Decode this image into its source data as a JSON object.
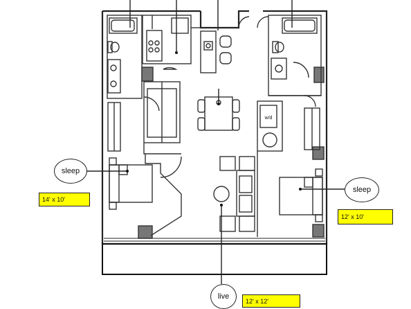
{
  "labels": {
    "washer_dryer": "w/d"
  },
  "callouts": [
    {
      "id": "sleep-left",
      "label": "sleep",
      "size": "14' x 10'"
    },
    {
      "id": "sleep-right",
      "label": "sleep",
      "size": "12' x 10'"
    },
    {
      "id": "live",
      "label": "live",
      "size": "12' x 12'"
    }
  ]
}
